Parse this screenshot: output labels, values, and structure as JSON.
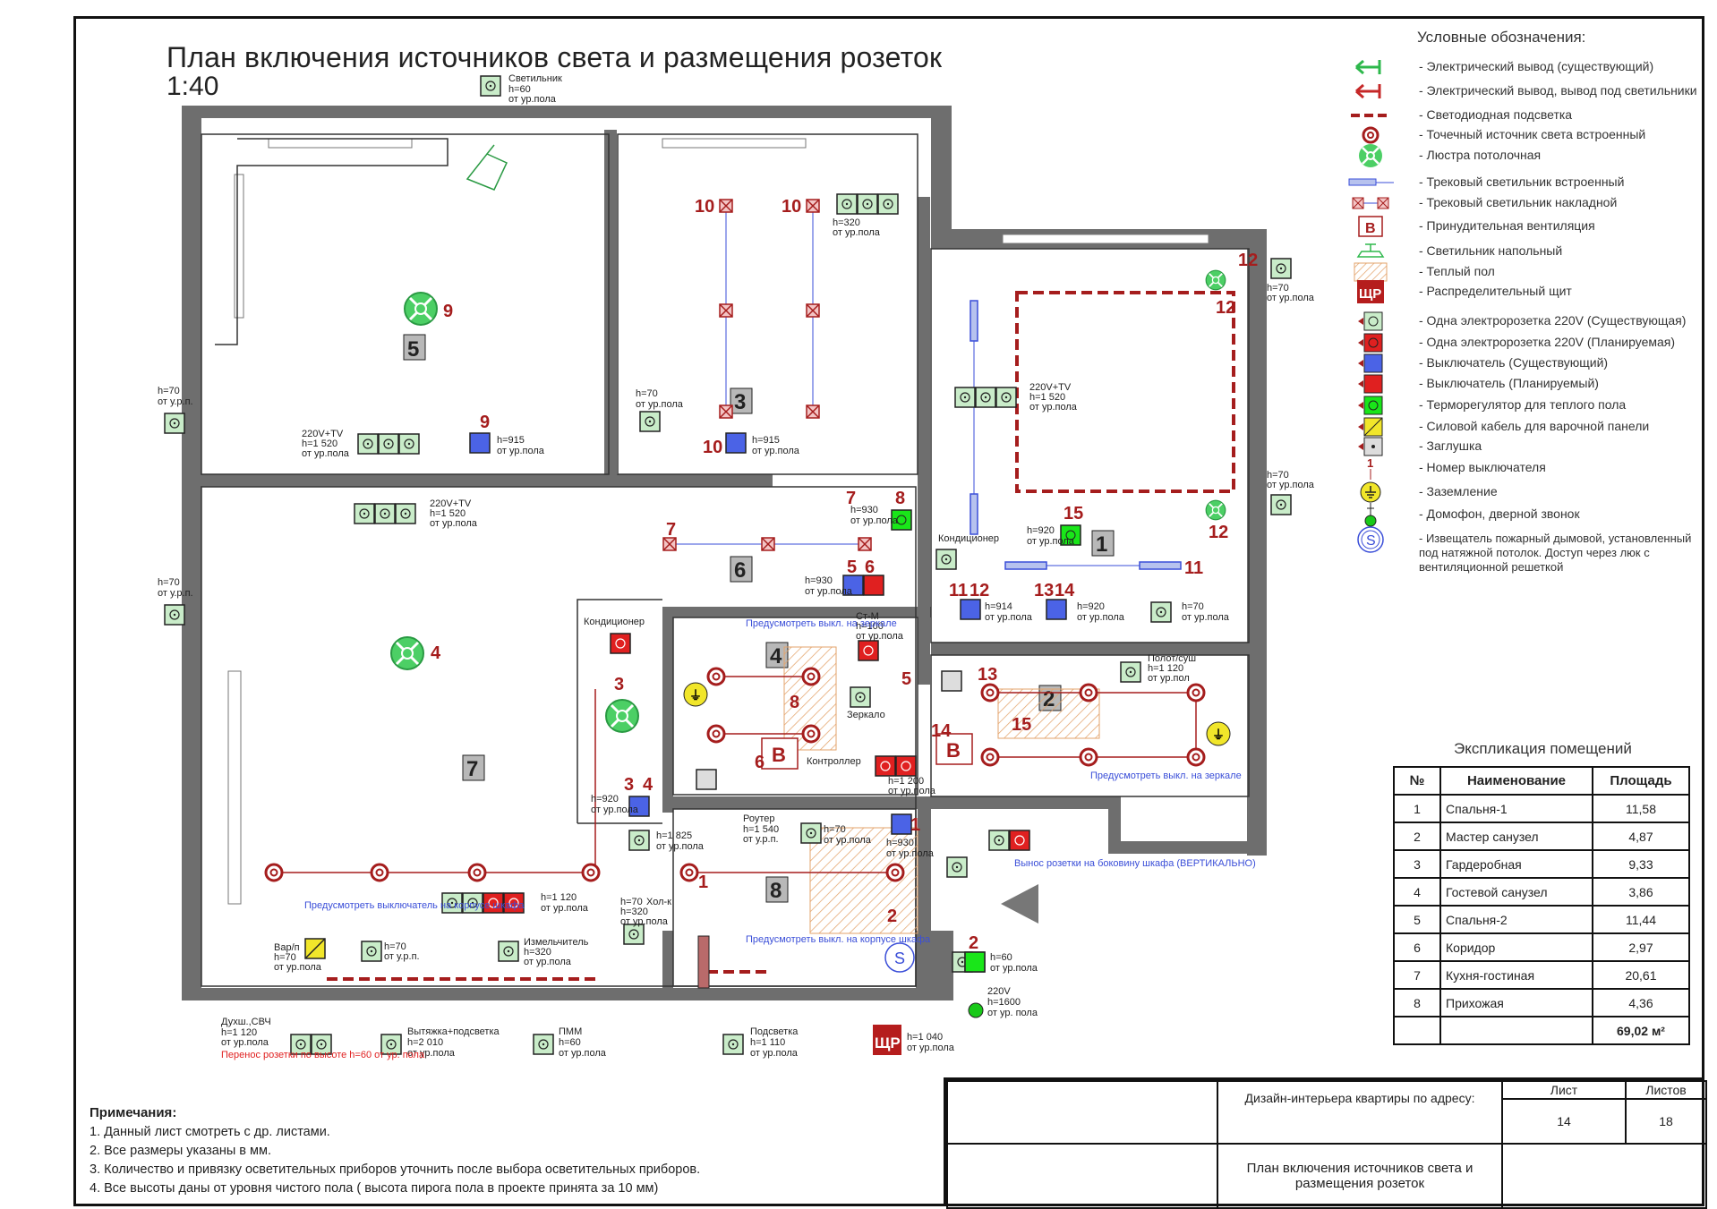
{
  "title": "План включения источников света и размещения розеток",
  "scale": "1:40",
  "legend": {
    "title": "Условные обозначения:",
    "items": [
      {
        "icon": "existing-outlet-arrow-icon",
        "label": "- Электрический вывод (существующий)"
      },
      {
        "icon": "light-outlet-arrow-icon",
        "label": "- Электрический вывод, вывод под светильники"
      },
      {
        "icon": "led-strip-icon",
        "label": "- Светодиодная подсветка"
      },
      {
        "icon": "spot-light-icon",
        "label": "- Точечный источник света встроенный"
      },
      {
        "icon": "chandelier-icon",
        "label": "- Люстра потолочная"
      },
      {
        "icon": "track-light-builtin-icon",
        "label": "- Трековый светильник встроенный"
      },
      {
        "icon": "track-light-surface-icon",
        "label": "- Трековый светильник накладной"
      },
      {
        "icon": "ventilation-icon",
        "label": "- Принудительная вентиляция"
      },
      {
        "icon": "floor-lamp-icon",
        "label": "- Светильник напольный"
      },
      {
        "icon": "heated-floor-icon",
        "label": "- Теплый пол"
      },
      {
        "icon": "distribution-board-icon",
        "label": "- Распределительный щит"
      },
      {
        "icon": "outlet-existing-icon",
        "label": "- Одна электророзетка 220V (Существующая)"
      },
      {
        "icon": "outlet-planned-icon",
        "label": "- Одна электророзетка 220V (Планируемая)"
      },
      {
        "icon": "switch-existing-icon",
        "label": "- Выключатель (Существующий)"
      },
      {
        "icon": "switch-planned-icon",
        "label": "- Выключатель (Планируемый)"
      },
      {
        "icon": "thermostat-icon",
        "label": "- Терморегулятор для теплого пола"
      },
      {
        "icon": "power-cable-icon",
        "label": "- Силовой кабель для варочной панели"
      },
      {
        "icon": "cap-icon",
        "label": "- Заглушка"
      },
      {
        "icon": "switch-number-icon",
        "label": "- Номер выключателя"
      },
      {
        "icon": "grounding-icon",
        "label": "- Заземление"
      },
      {
        "icon": "intercom-icon",
        "label": "- Домофон, дверной звонок"
      },
      {
        "icon": "smoke-detector-icon",
        "label": "- Извещатель пожарный дымовой, установленный под натяжной потолок. Доступ через люк с вентиляционной решеткой"
      }
    ]
  },
  "explication": {
    "title": "Экспликация помещений",
    "headers": [
      "№",
      "Наименование",
      "Площадь"
    ],
    "rows": [
      [
        "1",
        "Спальня-1",
        "11,58"
      ],
      [
        "2",
        "Мастер санузел",
        "4,87"
      ],
      [
        "3",
        "Гардеробная",
        "9,33"
      ],
      [
        "4",
        "Гостевой санузел",
        "3,86"
      ],
      [
        "5",
        "Спальня-2",
        "11,44"
      ],
      [
        "6",
        "Коридор",
        "2,97"
      ],
      [
        "7",
        "Кухня-гостиная",
        "20,61"
      ],
      [
        "8",
        "Прихожая",
        "4,36"
      ]
    ],
    "total": "69,02 м²"
  },
  "notes": {
    "title": "Примечания:",
    "lines": [
      "1. Данный лист смотреть с др. листами.",
      "2. Все размеры указаны в мм.",
      "3. Количество и привязку осветительных приборов уточнить после выбора осветительных приборов.",
      "4. Все высоты даны от уровня чистого пола ( высота пирога пола в проекте принята за 10 мм)"
    ]
  },
  "stamp": {
    "address_label": "Дизайн-интерьера квартиры по адресу:",
    "sheet_label": "Лист",
    "sheets_label": "Листов",
    "sheet": "14",
    "sheets": "18",
    "drawing_title": "План включения источников света и размещения розеток"
  },
  "rooms": [
    {
      "id": "5",
      "name": "Спальня-2"
    },
    {
      "id": "3",
      "name": "Гардеробная"
    },
    {
      "id": "1",
      "name": "Спальня-1"
    },
    {
      "id": "6",
      "name": "Коридор"
    },
    {
      "id": "4",
      "name": "Гостевой санузел"
    },
    {
      "id": "2",
      "name": "Мастер санузел"
    },
    {
      "id": "7",
      "name": "Кухня-гостиная"
    },
    {
      "id": "8",
      "name": "Прихожая"
    }
  ],
  "plan_labels": {
    "svetilnik": "Светильник",
    "h60": "h=60",
    "ot_ur_pola": "от ур.пола",
    "ot_up": "от у.р.п.",
    "h70": "h=70",
    "h320": "h=320",
    "h915": "h=915",
    "h1520": "h=1 520",
    "tv220": "220V+TV",
    "h930": "h=930",
    "h920": "h=920",
    "h914": "h=914",
    "konditsioner": "Кондиционер",
    "h100": "h=100",
    "stm": "Ст-М",
    "zerkalo": "Зеркало",
    "kontroller": "Контроллер",
    "h1200": "h=1 200",
    "polot": "Полот/суш",
    "h1120": "h=1 120",
    "h1825": "h=1 825",
    "router": "Роутер",
    "h1540": "h=1 540",
    "vynos": "Вынос розетки на боковину шкафа (ВЕРТИКАЛЬНО)",
    "predusm_zerkalo": "Предусмотреть выкл. на зеркале",
    "predusm_shkaf": "Предусмотреть выкл. на корпусе шкафа",
    "predusm_vykl_shkaf": "Предусмотреть выключатель на корпусе шкафа",
    "varpan": "Вар/п",
    "izmelch": "Измельчитель",
    "kholk": "Хол-к",
    "dukhsvch": "Духш.,СВЧ",
    "perenos": "Перенос розетки по высоте h=60 от ур. пола",
    "vytyazhka": "Вытяжка+подсветка",
    "h2010": "h=2 010",
    "pmm": "ПММ",
    "podsvetka": "Подсветка",
    "h1110": "h=1 110",
    "shr": "ЩР",
    "h1040": "h=1 040",
    "v220": "220V",
    "h1600": "h=1600",
    "ot_ur_pola2": "от ур. пола",
    "h1120b": "h=1 120",
    "ot_urpol": "от ур.пол"
  },
  "colors": {
    "wall": "#6e6e6e",
    "red": "#a51d1d",
    "green": "#2eb84c",
    "blue": "#3a4ed8",
    "outlet_green": "#c9ecc9"
  }
}
